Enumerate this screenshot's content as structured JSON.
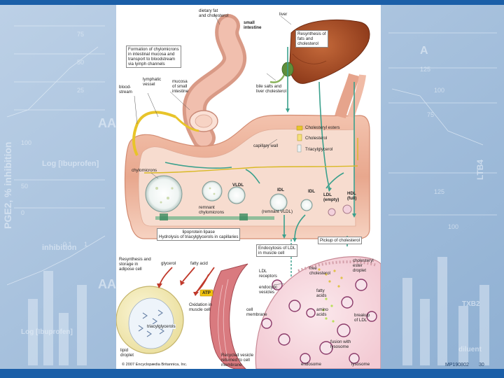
{
  "diagram": {
    "labels": {
      "dietary_fat": "dietary fat\nand cholesterol",
      "liver": "liver",
      "small_intestine": "small\nintestine",
      "resynthesis_liver": "Resynthesis of\nfats and\ncholesterol",
      "chylomicron_formation": "Formation of chylomicrons\nin intestinal mucosa and\ntransport to bloodstream\nvia lymph channels",
      "lymphatic_vessel": "lymphatic\nvessel",
      "mucosa": "mucosa\nof small\nintestine",
      "bloodstream": "blood-\nstream",
      "bile_salts": "bile salts and\nliver cholesterol",
      "legend_cholesteryl": "Cholesteryl esters",
      "legend_cholesterol": "Cholesterol",
      "legend_triacylglycerol": "Triacylglycerol",
      "capillary_wall": "capillary wall",
      "chylomicrons": "chylomicrons",
      "vldl": "VLDL",
      "idl": "IDL",
      "idl2": "IDL",
      "ldl": "LDL\n(empty)",
      "hdl": "HDL\n(full)",
      "remnant_chylo": "remnant\nchylomicrons",
      "remnant_vldl": "(remnant VLDL)",
      "lipoprotein_lipase": "lipoprotein lipase\nHydrolysis of triacylglycerols in capillaries",
      "pickup_cholesterol": "Pickup of cholesterol",
      "resynthesis_adipose": "Resynthesis and\nstorage in\nadipose cell",
      "glycerol": "glycerol",
      "fatty_acid": "fatty acid",
      "atp": "ATP",
      "oxidation": "Oxidation in\nmuscle cell",
      "triacylglycerols": "triacylglycerols",
      "lipid_droplet": "lipid\ndroplet",
      "endocytosis": "Endocytosis of LDL\nin muscle cell",
      "ldl_receptors": "LDL\nreceptors",
      "free_cholesterol": "free\ncholesterol",
      "cholesteryl_droplet": "cholesteryl\nester\ndroplet",
      "endocytic_vesicles": "endocytic\nvesicles",
      "fatty_acids2": "fatty\nacids",
      "amino_acids": "amino\nacids",
      "cell_membrane": "cell\nmembrane",
      "breakup_ldl": "breakup\nof LDL",
      "fusion_lysosome": "fusion with\nlysosome",
      "recycled_vesicle": "Recycled vesicle\nreturned to cell\nmembrane",
      "endosome": "endosome",
      "lysosome": "lysosome",
      "copyright": "© 2007 Encyclopædia Britannica, Inc."
    }
  },
  "slide": {
    "code": "MP190802",
    "page": "30",
    "bg_texts": [
      "PGE2",
      "% inhibition",
      "AA",
      "Log [Ibuprofen]",
      "diluent",
      "LTB4",
      "TXB2",
      "inhibition",
      "Log [Ibuprofen]"
    ]
  },
  "colors": {
    "brand_bar": "#1b5fa8",
    "slide_bg": "#a9c2de",
    "vessel": "#e6a48c",
    "liver": "#a14a22",
    "arrow_green": "#3aa08c",
    "arrow_red": "#c0392b",
    "lymph_yellow": "#e8c42a"
  }
}
